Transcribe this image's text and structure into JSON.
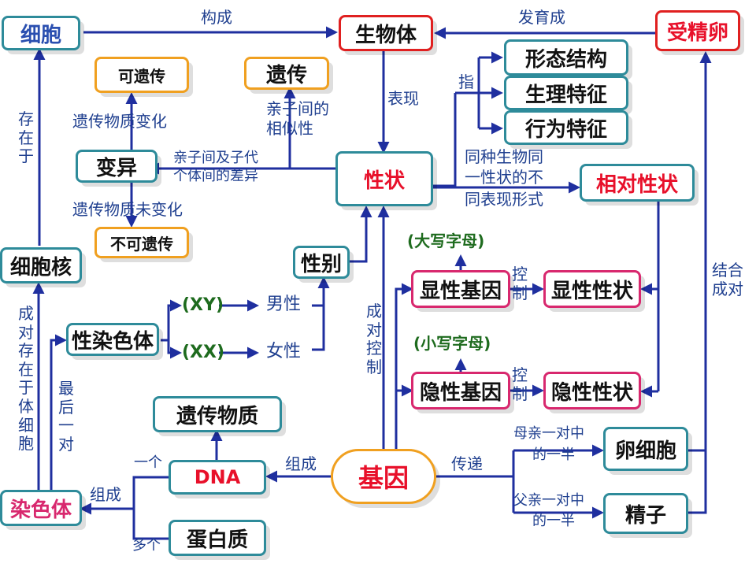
{
  "nodes": {
    "xibao": "细胞",
    "shengwuti": "生物体",
    "shoujingluan": "受精卵",
    "xingtai": "形态结构",
    "shengli": "生理特征",
    "xingwei": "行为特征",
    "keyichuan": "可遗传",
    "yichuan": "遗传",
    "bianyi": "变异",
    "xingzhuang": "性状",
    "xiangdui": "相对性状",
    "bukeyichuan": "不可遗传",
    "xibaohe": "细胞核",
    "xingbie": "性别",
    "xianxing_jiyin": "显性基因",
    "xianxing_xingzhuang": "显性性状",
    "xingranseti": "性染色体",
    "yinxing_jiyin": "隐性基因",
    "yinxing_xingzhuang": "隐性性状",
    "yichuanwuzhi": "遗传物质",
    "dna": "DNA",
    "jiyin": "基因",
    "luanxibao": "卵细胞",
    "ranseti": "染色体",
    "jingzi": "精子",
    "danbaizhi": "蛋白质"
  },
  "labels": {
    "goucheng": "构成",
    "fayucheng": "发育成",
    "biaoxian": "表现",
    "zhi": "指",
    "qinzi_xiangsi": "亲子间的相似性",
    "yichuan_bianhua": "遗传物质变化",
    "yichuan_weibianhua": "遗传物质未变化",
    "qinzi_chayi_1": "亲子间及子代",
    "qinzi_chayi_2": "个体间的差异",
    "cunzaiyu": "存在于",
    "tongzhong_1": "同种生物同",
    "tongzhong_2": "一性状的不",
    "tongzhong_3": "同表现形式",
    "daxie": "(大写字母)",
    "xiaoxie": "(小写字母)",
    "kongzhi_1": "控制",
    "kongzhi_2": "控制",
    "jiehe_chengdui": "结合成对",
    "xy": "(XY)",
    "xx": "(XX)",
    "nanxing": "男性",
    "nvxing": "女性",
    "chengdui_cunzai": "成对存在于体细胞",
    "zuihou_yidui": "最后一对",
    "chengdui_kongzhi": "成对控制",
    "muqin_1": "母亲一对中",
    "muqin_2": "的一半",
    "fuqin_1": "父亲一对中",
    "fuqin_2": "的一半",
    "yige": "一个",
    "duoge": "多个",
    "zucheng_dna": "组成",
    "zucheng_ranseti": "组成",
    "chuandi": "传递"
  },
  "colors": {
    "wire": "#1F2F9F",
    "label": "#1F3F8F",
    "teal_border": "#2E8B9A",
    "orange_border": "#F0A020",
    "red_border": "#E02020",
    "pink_border": "#D8286E",
    "red_text": "#E8102A",
    "pink_text": "#D8286E",
    "green_text": "#1E6B1E"
  }
}
